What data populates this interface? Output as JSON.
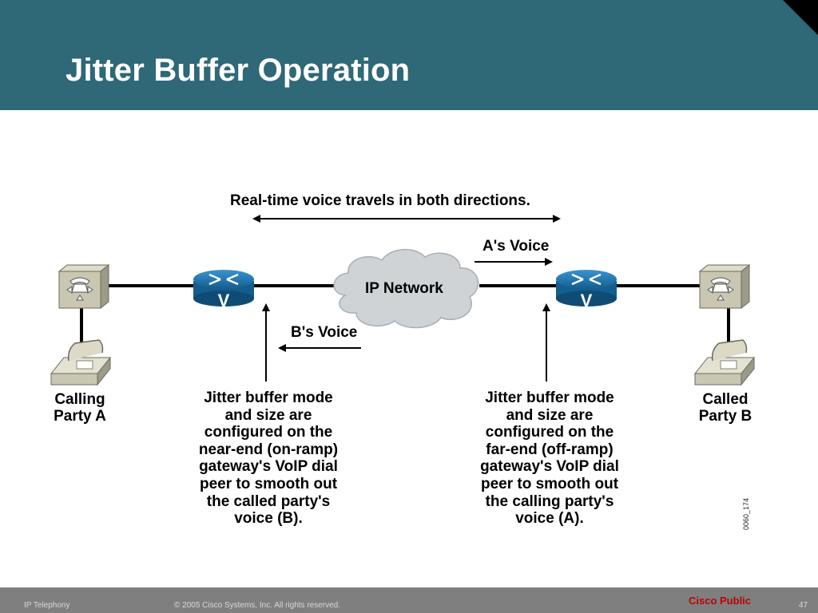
{
  "slide": {
    "title": "Jitter Buffer Operation"
  },
  "diagram": {
    "both_directions_label": "Real-time voice travels in both directions.",
    "a_voice_label": "A's Voice",
    "b_voice_label": "B's Voice",
    "cloud_label": "IP Network",
    "router_glyph": "V",
    "calling_party": [
      "Calling",
      "Party A"
    ],
    "called_party": [
      "Called",
      "Party B"
    ],
    "near_end_note": [
      "Jitter buffer mode",
      "and size are",
      "configured on the",
      "near-end (on-ramp)",
      "gateway's VoIP dial",
      "peer to smooth out",
      "the called party's",
      "voice (B)."
    ],
    "far_end_note": [
      "Jitter buffer mode",
      "and size are",
      "configured on the",
      "far-end (off-ramp)",
      "gateway's VoIP dial",
      "peer to smooth out",
      "the calling party's",
      "voice (A)."
    ],
    "figure_code": "0060_174",
    "icons": [
      "pbx-icon",
      "router-icon",
      "cloud-icon",
      "telephone-icon"
    ]
  },
  "footer": {
    "left": "IP Telephony",
    "copyright": "© 2005 Cisco Systems, Inc. All rights reserved.",
    "classification": "Cisco Public",
    "page": "47"
  },
  "colors": {
    "header": "#2f6877",
    "router": "#1f78b4",
    "cloud": "#cfd3d6",
    "footer": "#7f7f7f",
    "public": "#c00000"
  }
}
